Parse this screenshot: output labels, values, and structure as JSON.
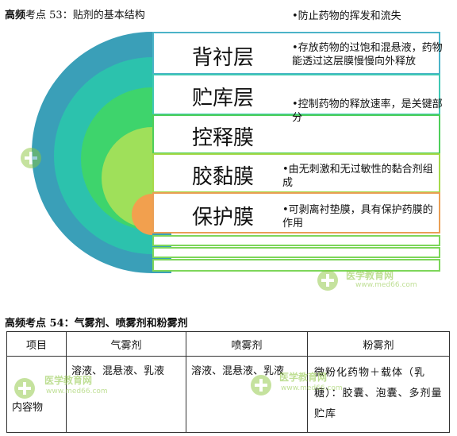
{
  "header1": {
    "bold": "高频",
    "rest": "考点 53：贴剂的基本结构"
  },
  "layers": [
    {
      "name": "背衬层",
      "note": "•存放药物的过饱和混悬液，药物能透过这层膜慢慢向外释放"
    },
    {
      "name": "贮库层",
      "note": "•控制药物的释放速率，是关键部分"
    },
    {
      "name": "控释膜",
      "note": ""
    },
    {
      "name": "胶黏膜",
      "note": "•由无刺激和无过敏性的黏合剂组成"
    },
    {
      "name": "保护膜",
      "note": "•可剥离衬垫膜，具有保护药膜的作用"
    }
  ],
  "top_note": "•防止药物的挥发和流失",
  "colors": {
    "ring_outer": "#3a9fb8",
    "ring_2": "#2cc2ad",
    "ring_3": "#3ed46c",
    "ring_4": "#9fe05a",
    "ring_core": "#f2a04e",
    "band_1": "#4bb3c8",
    "band_2": "#3fc8b4",
    "band_3": "#4ecf5a",
    "band_4": "#a6d94a",
    "band_5": "#ea9f55",
    "band_thin": "#7dd65a"
  },
  "watermark": {
    "name": "医学教育网",
    "url": "www.med66.com"
  },
  "header2": "高频考点 54：气雾剂、喷雾剂和粉雾剂",
  "table": {
    "headers": [
      "项目",
      "气雾剂",
      "喷雾剂",
      "粉雾剂"
    ],
    "row_label": "内容物",
    "cells": [
      "溶液、混悬液、乳液",
      "溶液、混悬液、乳液",
      "微粉化药物＋载体（乳糖）：胶囊、泡囊、多剂量贮库"
    ]
  }
}
